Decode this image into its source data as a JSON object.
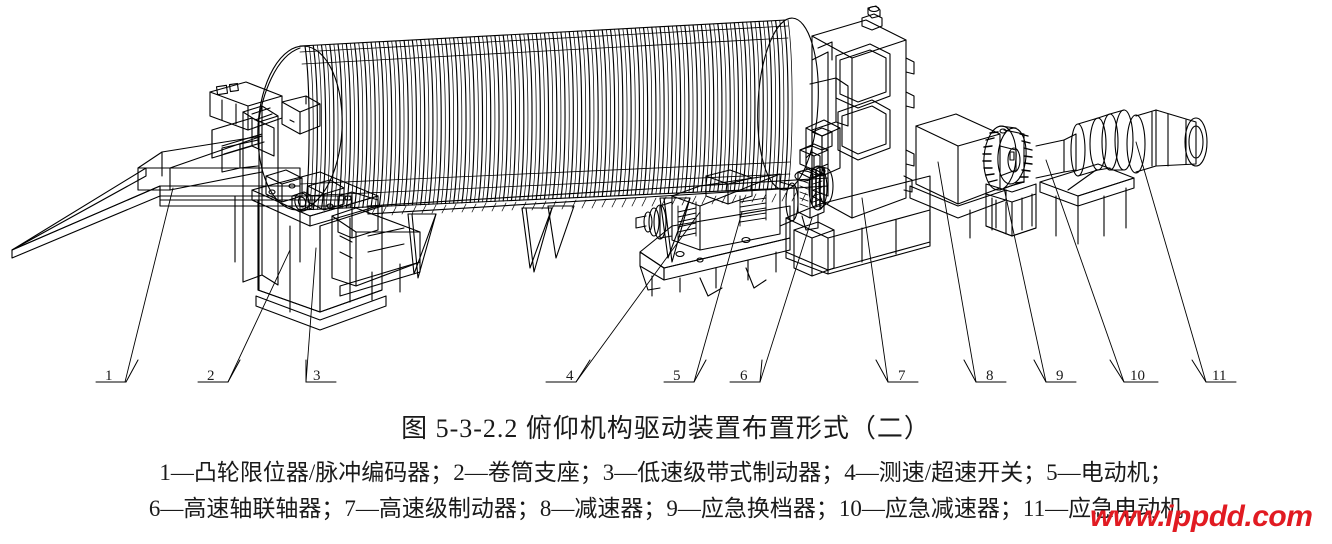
{
  "figure": {
    "title": "图 5-3-2.2 俯仰机构驱动装置布置形式（二）",
    "legend_line_1": "1—凸轮限位器/脉冲编码器；2—卷筒支座；3—低速级带式制动器；4—测速/超速开关；5—电动机；",
    "legend_line_2": "6—高速轴联轴器；7—高速级制动器；8—减速器；9—应急换档器；10—应急减速器；11—应急电动机",
    "watermark": "www.ippdd.com",
    "watermark_color": "#e11b22",
    "line_color": "#000000",
    "background": "#ffffff"
  },
  "callouts": [
    {
      "id": "1",
      "label": "1",
      "part": "凸轮限位器/脉冲编码器"
    },
    {
      "id": "2",
      "label": "2",
      "part": "卷筒支座"
    },
    {
      "id": "3",
      "label": "3",
      "part": "低速级带式制动器"
    },
    {
      "id": "4",
      "label": "4",
      "part": "测速/超速开关"
    },
    {
      "id": "5",
      "label": "5",
      "part": "电动机"
    },
    {
      "id": "6",
      "label": "6",
      "part": "高速轴联轴器"
    },
    {
      "id": "7",
      "label": "7",
      "part": "高速级制动器"
    },
    {
      "id": "8",
      "label": "8",
      "part": "减速器"
    },
    {
      "id": "9",
      "label": "9",
      "part": "应急换档器"
    },
    {
      "id": "10",
      "label": "10",
      "part": "应急减速器"
    },
    {
      "id": "11",
      "label": "11",
      "part": "应急电动机"
    }
  ]
}
